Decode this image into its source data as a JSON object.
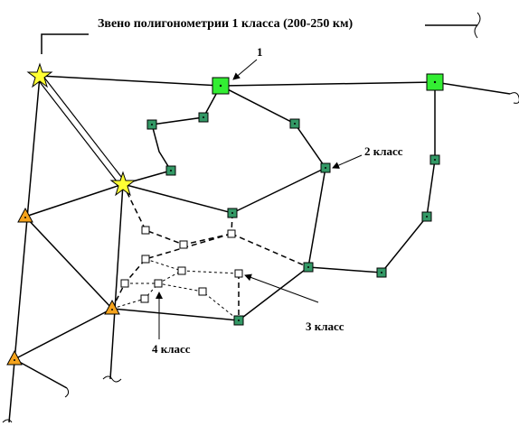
{
  "title": "Звено полигонометрии 1 класса (200-250 км)",
  "labels": {
    "one": "1",
    "class2": "2 класс",
    "class3": "3 класс",
    "class4": "4 класс"
  },
  "colors": {
    "star": "#ffff33",
    "triangle": "#f5a31c",
    "class1_point": "#33ee33",
    "class2_point": "#339966",
    "class3_point": "#ffffff",
    "line": "#000000"
  }
}
